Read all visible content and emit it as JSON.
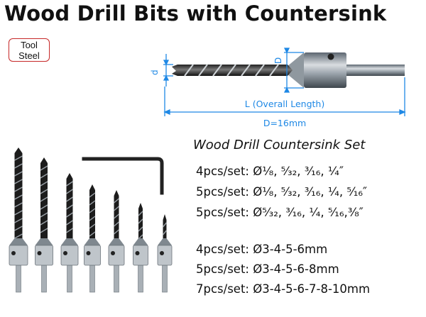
{
  "title": "Wood Drill Bits with Countersink",
  "badge": {
    "line1": "Tool",
    "line2": "Steel"
  },
  "diagram": {
    "label_d": "d",
    "label_D": "D",
    "label_L": "L (Overall Length)",
    "label_D_value": "D=16mm",
    "dimension_color": "#1e88e5"
  },
  "set": {
    "title": "Wood Drill Countersink Set",
    "lines": [
      "4pcs/set: Ø¹⁄₈, ⁵⁄₃₂, ³⁄₁₆, ¹⁄₄″",
      "5pcs/set: Ø¹⁄₈, ⁵⁄₃₂, ³⁄₁₆, ¹⁄₄, ⁵⁄₁₆″",
      "5pcs/set: Ø⁵⁄₃₂, ³⁄₁₆, ¹⁄₄, ⁵⁄₁₆,³⁄₈″",
      "4pcs/set: Ø3-4-5-6mm",
      "5pcs/set: Ø3-4-5-6-8mm",
      "7pcs/set: Ø3-4-5-6-7-8-10mm"
    ]
  },
  "colors": {
    "badge_border": "#c62828",
    "text": "#111111"
  }
}
